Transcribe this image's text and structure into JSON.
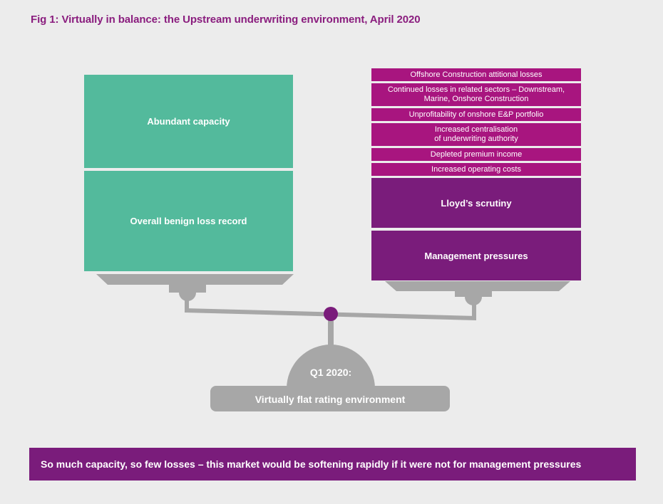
{
  "title": "Fig 1: Virtually in balance: the Upstream underwriting environment, April 2020",
  "left_pan": {
    "blocks": [
      "Abundant capacity",
      "Overall benign loss record"
    ]
  },
  "right_pan": {
    "small_blocks": [
      "Offshore Construction attitional losses",
      "Continued losses in related sectors – Downstream,\nMarine, Onshore Construction",
      "Unprofitability of onshore E&P portfolio",
      "Increased centralisation\nof underwriting authority",
      "Depleted premium income",
      "Increased operating costs"
    ],
    "large_blocks": [
      "Lloyd’s scrutiny",
      "Management pressures"
    ]
  },
  "base": {
    "period": "Q1 2020:",
    "description": "Virtually flat rating environment"
  },
  "footer": "So much capacity, so few losses – this market would be softening rapidly if it were not for management pressures",
  "colors": {
    "title": "#8a1d7e",
    "green": "#53ba9c",
    "magenta": "#a8157f",
    "purple": "#7a1c7b",
    "scale_grey": "#a7a7a7",
    "pivot": "#7a1c7b"
  }
}
